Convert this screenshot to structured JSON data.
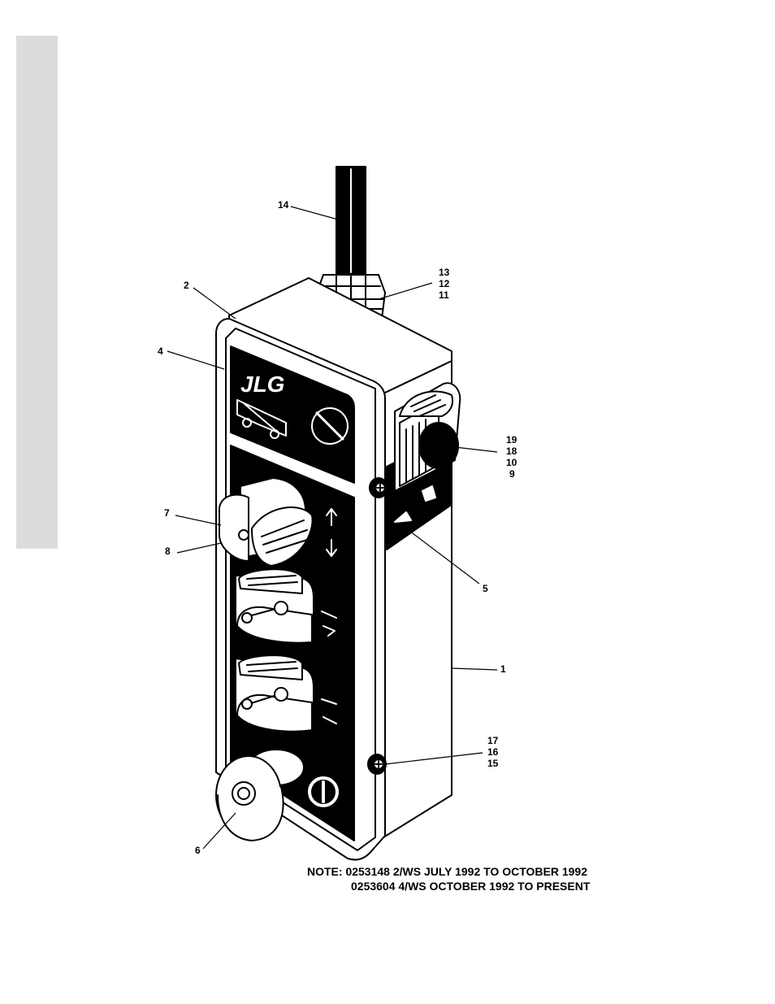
{
  "brand": {
    "logo_text": "JLG"
  },
  "callouts": {
    "c14": "14",
    "c13": "13",
    "c12": "12",
    "c11": "11",
    "c2": "2",
    "c4": "4",
    "c19": "19",
    "c18": "18",
    "c10": "10",
    "c9": "9",
    "c7": "7",
    "c8": "8",
    "c5": "5",
    "c1": "1",
    "c17": "17",
    "c16": "16",
    "c15": "15",
    "c6": "6"
  },
  "note": {
    "line1": "NOTE: 0253148 2/WS JULY 1992 TO OCTOBER 1992",
    "line2": "0253604 4/WS OCTOBER 1992 TO PRESENT"
  },
  "colors": {
    "sidebar": "#dcdcdc",
    "ink": "#000000",
    "paper": "#ffffff"
  }
}
